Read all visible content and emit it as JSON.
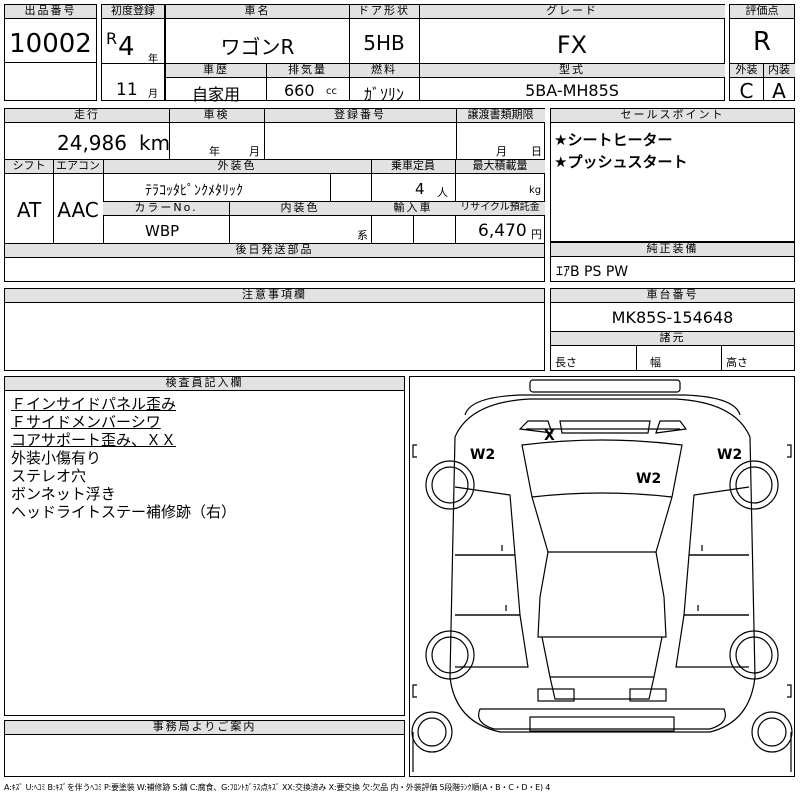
{
  "top": {
    "lot_label": "出品番号",
    "lot_number": "10002",
    "first_reg_label": "初度登録",
    "era": "R",
    "year": "4",
    "year_unit": "年",
    "month": "11",
    "month_unit": "月",
    "car_name_label": "車名",
    "car_name": "ワゴンR",
    "door_label": "ドア形状",
    "door": "5HB",
    "grade_label": "グレード",
    "grade": "FX",
    "score_label": "評価点",
    "score": "R",
    "history_label": "車歴",
    "history": "自家用",
    "displacement_label": "排気量",
    "displacement": "660",
    "displacement_unit": "cc",
    "fuel_label": "燃料",
    "fuel": "ｶﾞｿﾘﾝ",
    "model_label": "型式",
    "model": "5BA-MH85S",
    "exterior_label": "外装",
    "exterior": "C",
    "interior_label": "内装",
    "interior": "A"
  },
  "second": {
    "mileage_label": "走行",
    "mileage": "24,986",
    "mileage_unit": "km",
    "inspection_label": "車検",
    "inspection_year_unit": "年",
    "inspection_month_unit": "月",
    "plate_label": "登録番号",
    "transfer_label": "譲渡書類期限",
    "transfer_month_unit": "月",
    "transfer_day_unit": "日",
    "shift_label": "シフト",
    "shift": "AT",
    "ac_label": "エアコン",
    "ac": "AAC",
    "color_label": "外装色",
    "color": "ﾃﾗｺｯﾀﾋﾟﾝｸﾒﾀﾘｯｸ",
    "capacity_label": "乗車定員",
    "capacity": "4",
    "capacity_unit": "人",
    "load_label": "最大積載量",
    "load_unit": "kg",
    "color_no_label": "カラーNo.",
    "color_no": "WBP",
    "interior_color_label": "内装色",
    "interior_color_unit": "系",
    "import_label": "輸入車",
    "recycle_label": "リサイクル預託金",
    "recycle": "6,470",
    "recycle_unit": "円",
    "later_parts_label": "後日発送部品"
  },
  "sales": {
    "label": "セールスポイント",
    "points": [
      "★シートヒーター",
      "★プッシュスタート"
    ]
  },
  "equipment": {
    "label": "純正装備",
    "value": "ｴｱB PS PW"
  },
  "notes": {
    "label": "注意事項欄"
  },
  "chassis": {
    "label": "車台番号",
    "value": "MK85S-154648",
    "specs_label": "諸元",
    "length_label": "長さ",
    "width_label": "幅",
    "height_label": "高さ"
  },
  "inspector": {
    "label": "検査員記入欄",
    "lines": [
      "Ｆインサイドパネル歪み",
      "Ｆサイドメンバーシワ",
      "コアサポート歪み、ＸＸ",
      "外装小傷有り",
      "ステレオ穴",
      "ボンネット浮き",
      "ヘッドライトステー補修跡（右）"
    ]
  },
  "office": {
    "label": "事務局よりご案内"
  },
  "diagram": {
    "marks": [
      "X",
      "W2",
      "W2",
      "W2"
    ]
  },
  "legend": "A:ｷｽﾞ U:ﾍｺﾐ B:ｷｽﾞを伴うﾍｺﾐ P:要塗装 W:補修跡 S:錆 C:腐食、G:ﾌﾛﾝﾄｶﾞﾗｽ点ｷｽﾞ XX:交換済み X:要交換 欠:欠品 内・外装評価 5段階ﾗﾝｸ順(A・B・C・D・E) 4"
}
